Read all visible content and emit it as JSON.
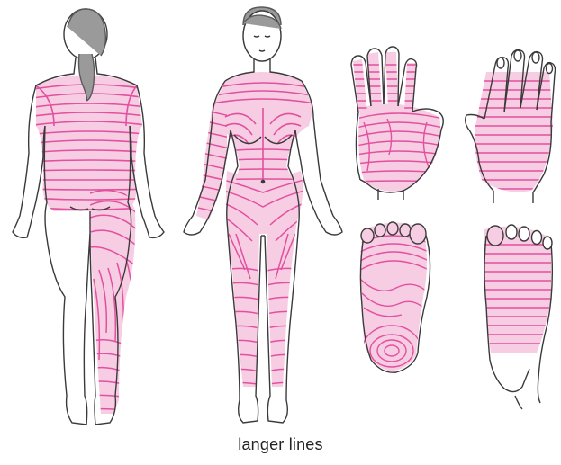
{
  "caption": "langer lines",
  "colors": {
    "outline": "#3a3a3a",
    "line": "#e2509f",
    "fill": "#f7cde3",
    "hair": "#7d7d7d",
    "background": "#ffffff"
  },
  "figures": [
    {
      "name": "woman-back-view-figure",
      "desc": "back-view"
    },
    {
      "name": "woman-front-view-figure",
      "desc": "front-view"
    },
    {
      "name": "palm-figure",
      "desc": "palm"
    },
    {
      "name": "hand-dorsum-figure",
      "desc": "back-of-hand"
    },
    {
      "name": "foot-sole-figure",
      "desc": "sole"
    },
    {
      "name": "foot-dorsum-figure",
      "desc": "top-of-foot"
    }
  ]
}
